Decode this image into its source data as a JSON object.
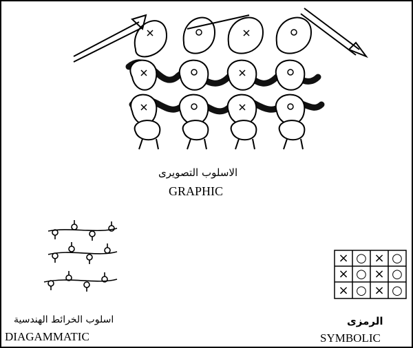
{
  "graphic": {
    "arabic_label": "الاسلوب التصويرى",
    "english_label": "GRAPHIC"
  },
  "diagrammatic": {
    "arabic_label": "اسلوب الخرائط الهندسية",
    "english_label": "DIAGAMMATIC"
  },
  "symbolic": {
    "arabic_label": "الرمزى",
    "english_label": "SYMBOLIC",
    "grid": [
      [
        "×",
        "○",
        "×",
        "○"
      ],
      [
        "×",
        "○",
        "×",
        "○"
      ],
      [
        "×",
        "○",
        "×",
        "○"
      ]
    ]
  }
}
